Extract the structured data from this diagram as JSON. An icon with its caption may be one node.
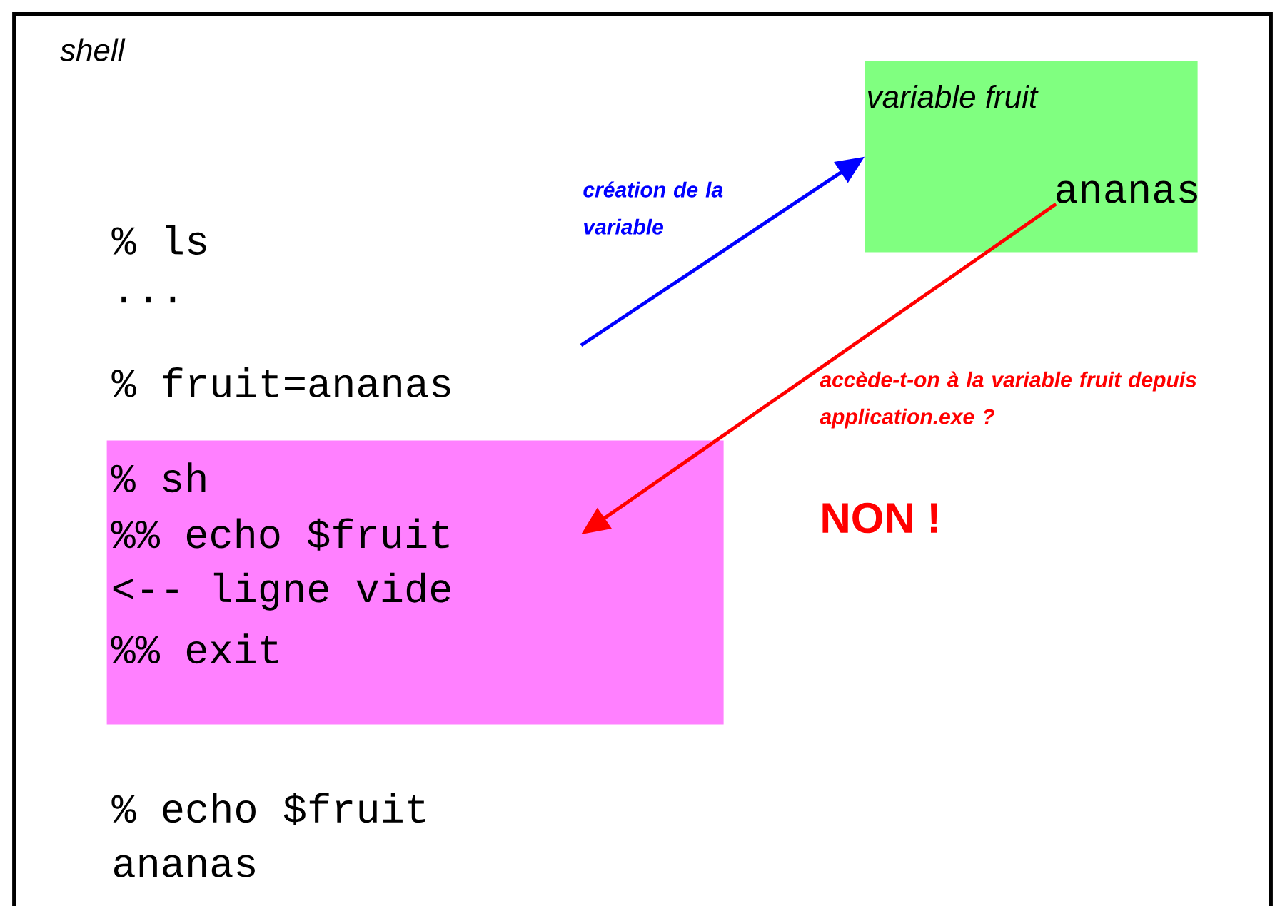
{
  "diagram": {
    "nodes": [
      {
        "text": [
          "shell"
        ]
      },
      {
        "text": [
          "variable fruit",
          "ananas"
        ],
        "in": 0
      },
      {
        "text": [
          "% sh",
          "%% echo $fruit",
          "<-- ligne vide",
          "%% exit"
        ],
        "in": 0
      }
    ],
    "edges": [
      {
        "from": null,
        "to": 1,
        "arrow": "to",
        "label": "création de la variable",
        "color": "#0000ff"
      },
      {
        "from": 1,
        "to": 2,
        "arrow": "to",
        "label": "accède-t-on à la variable fruit depuis application.exe ?",
        "color": "#ff0000"
      }
    ],
    "labels": [
      "% ls",
      "...",
      "% fruit=ananas",
      "NON !",
      "% echo $fruit",
      "ananas"
    ]
  }
}
